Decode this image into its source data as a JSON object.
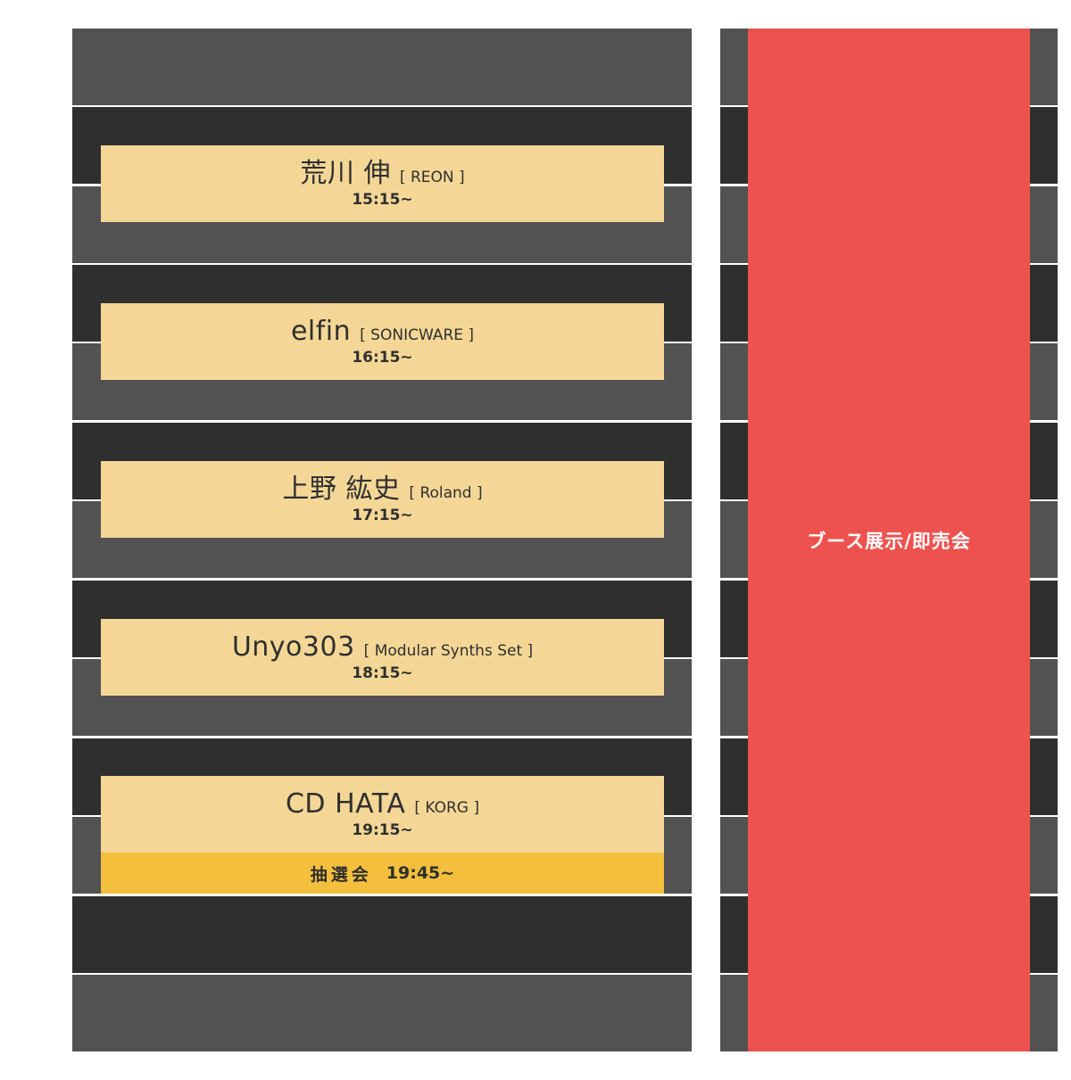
{
  "colors": {
    "background": "#ffffff",
    "stripe_light": "#525252",
    "stripe_dark": "#2f2f2f",
    "card": "#f4d796",
    "lottery": "#f3bf3c",
    "booth": "#ee524f"
  },
  "performances": [
    {
      "name": "荒川 伸",
      "label": "[ REON ]",
      "time": "15:15~"
    },
    {
      "name": "elfin",
      "label": "[ SONICWARE ]",
      "time": "16:15~"
    },
    {
      "name": "上野 紘史",
      "label": "[ Roland ]",
      "time": "17:15~"
    },
    {
      "name": "Unyo303",
      "label": "[ Modular Synths Set ]",
      "time": "18:15~"
    },
    {
      "name": "CD HATA",
      "label": "[ KORG ]",
      "time": "19:15~"
    }
  ],
  "lottery": {
    "label": "抽選会",
    "time": "19:45~"
  },
  "booth": {
    "label": "ブース展示/即売会"
  }
}
